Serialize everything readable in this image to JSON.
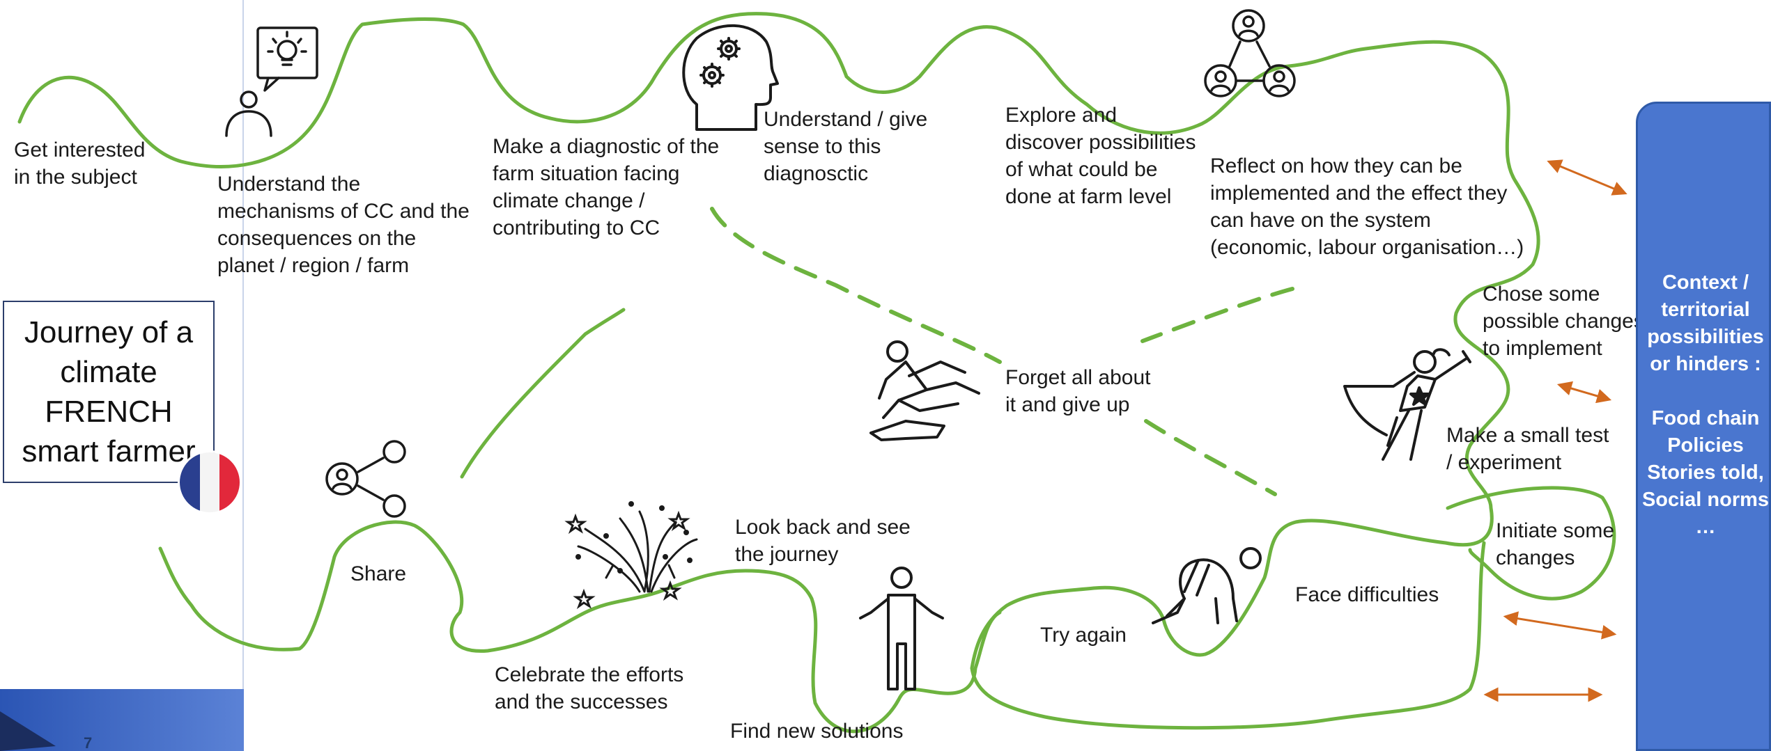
{
  "title": "Journey of a climate FRENCH smart farmer",
  "page_number": "7",
  "steps": {
    "get_interested": "Get interested\nin the subject",
    "understand_mechanisms": "Understand the\nmechanisms of CC and the\nconsequences on the\nplanet / region / farm",
    "diagnostic": "Make a diagnostic of the\nfarm situation facing\nclimate change /\ncontributing to CC",
    "give_sense": "Understand / give\nsense to this\ndiagnosctic",
    "explore": "Explore and\ndiscover possibilities\nof what could be\ndone at farm level",
    "reflect": "Reflect on how they can be\nimplemented and the effect they\ncan have on the system\n(economic, labour organisation…)",
    "chose_changes": "Chose some\npossible changes\nto implement",
    "small_test": "Make a small test\n/ experiment",
    "initiate_changes": "Initiate some\nchanges",
    "face_difficulties": "Face difficulties",
    "try_again": "Try again",
    "find_new_solutions": "Find new solutions",
    "look_back": "Look back and see\nthe journey",
    "celebrate": "Celebrate the efforts\nand the successes",
    "share": "Share",
    "give_up": "Forget all about\nit and give up"
  },
  "context_panel": {
    "text": "Context /\nterritorial\npossibilities\nor hinders :\n\nFood chain\nPolicies\nStories told,\nSocial norms\n…"
  },
  "colors": {
    "path": "#6db33f",
    "arrows": "#d2691e",
    "panel": "#4a76cf",
    "flag_blue": "#2a3f8f",
    "flag_red": "#e2283b"
  },
  "icons": [
    "person-idea-icon",
    "head-gears-icon",
    "network-people-icon",
    "falling-person-icon",
    "superhero-icon",
    "crawling-person-icon",
    "fireworks-icon",
    "standing-person-icon",
    "share-icon",
    "france-flag-icon"
  ]
}
